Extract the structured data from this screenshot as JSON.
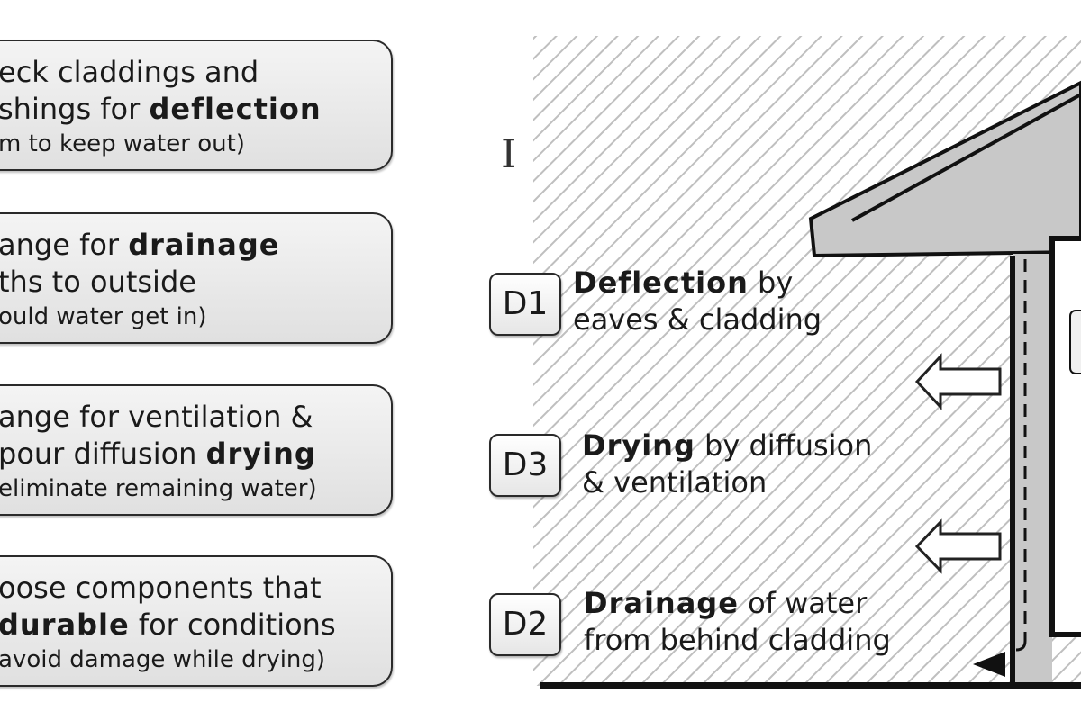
{
  "steps": [
    {
      "line1_pre": "eck claddings and",
      "line2_pre": "shings for ",
      "line2_bold": "deflection",
      "line2_post": "",
      "line3": "m to keep water out)"
    },
    {
      "line1_pre": "ange for ",
      "line1_bold": "drainage",
      "line2_pre": "ths to outside",
      "line3": "ould water get in)"
    },
    {
      "line1_pre": "ange for ventilation &",
      "line2_pre": "pour diffusion ",
      "line2_bold": "drying",
      "line3": "eliminate remaining water)"
    },
    {
      "line1_pre": "oose components that",
      "line2_bold": "durable",
      "line2_post": " for conditions",
      "line3": "avoid damage while drying)"
    }
  ],
  "labels": [
    {
      "badge": "D1",
      "bold": "Deflection",
      "rest1": " by",
      "line2": "eaves & cladding"
    },
    {
      "badge": "D3",
      "bold": "Drying",
      "rest1": " by diffusion",
      "line2": "& ventilation"
    },
    {
      "badge": "D2",
      "bold": "Drainage",
      "rest1": " of water",
      "line2": "from behind cladding"
    }
  ],
  "colors": {
    "hatch": "#bfbfbf",
    "house_fill": "#c8c8c8",
    "outline": "#111111"
  }
}
